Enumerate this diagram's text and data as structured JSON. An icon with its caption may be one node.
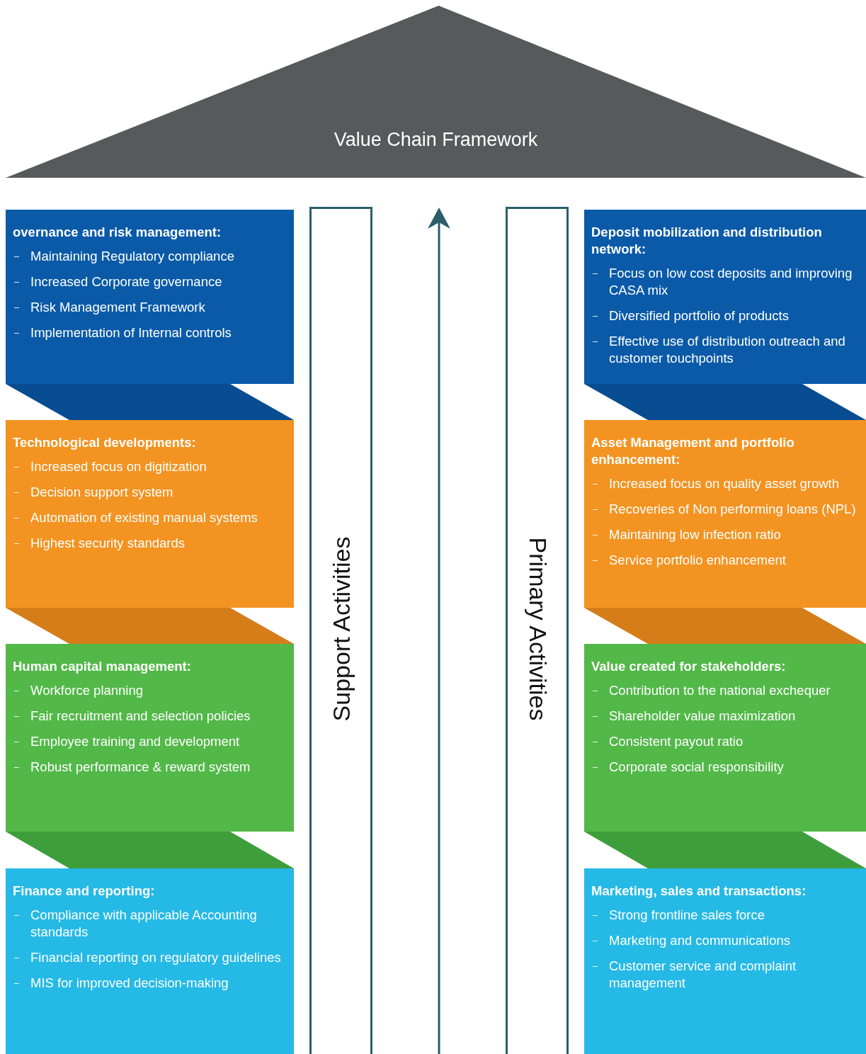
{
  "diagram": {
    "nodes": [
      {
        "text": [
          "Value Chain Framework"
        ]
      },
      {
        "text": [
          "overnance and risk management:",
          "Maintaining Regulatory compliance",
          "Increased Corporate governance",
          "Risk Management Framework",
          "Implementation of Internal controls"
        ]
      },
      {
        "text": [
          "Technological developments:",
          "Increased focus on digitization",
          "Decision support system",
          "Automation of existing manual systems",
          "Highest security standards"
        ]
      },
      {
        "text": [
          "Human capital management:",
          "Workforce planning",
          "Fair recruitment and selection policies",
          "Employee training and development",
          "Robust performance & reward system"
        ]
      },
      {
        "text": [
          "Finance and reporting:",
          "Compliance with applicable Accounting standards",
          "Financial reporting on regulatory guidelines",
          "MIS for improved decision-making"
        ]
      },
      {
        "text": [
          "Support Activities"
        ]
      },
      {
        "text": [
          "Primary Activities"
        ]
      },
      {
        "text": [
          "Deposit mobilization and distribution network:",
          "Focus on low cost deposits and improving CASA mix",
          "Diversified portfolio of products",
          "Effective use of distribution outreach and customer touchpoints"
        ]
      },
      {
        "text": [
          "Asset Management and portfolio enhancement:",
          "Increased focus on quality asset growth",
          "Recoveries of Non performing loans (NPL)",
          "Maintaining low infection ratio",
          "Service portfolio enhancement"
        ]
      },
      {
        "text": [
          "Value created for stakeholders:",
          "Contribution to the national exchequer",
          "Shareholder value maximization",
          "Consistent payout ratio",
          "Corporate social responsibility"
        ]
      },
      {
        "text": [
          "Marketing, sales and transactions:",
          "Strong frontline sales force",
          "Marketing and communications",
          "Customer service and complaint management"
        ]
      }
    ],
    "edges": []
  }
}
